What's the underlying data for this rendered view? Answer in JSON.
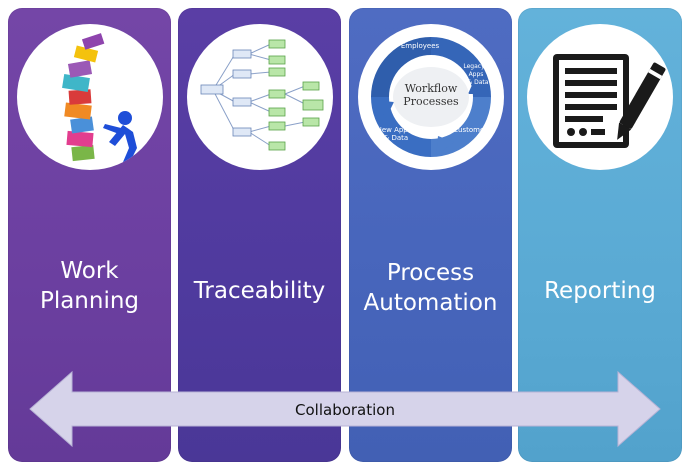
{
  "colors": {
    "work_planning": "#6b3fa0",
    "traceability": "#4f3a9e",
    "process_automation": "#4765bb",
    "reporting": "#5aaad4",
    "collaboration_arrow": "#d6d3ea"
  },
  "panels": [
    {
      "label_line1": "Work",
      "label_line2": "Planning",
      "icon": "stacked-books-person-icon"
    },
    {
      "label_line1": "Traceability",
      "label_line2": "",
      "icon": "tree-diagram-icon"
    },
    {
      "label_line1": "Process",
      "label_line2": "Automation",
      "icon": "workflow-cycle-icon",
      "icon_text": {
        "title1": "Workflow",
        "title2": "Processes",
        "employees": "Employees",
        "legacy1": "Legacy",
        "legacy2": "Apps",
        "legacy3": "& Data",
        "customers": "Customers",
        "newapps1": "New Apps",
        "newapps2": "& Data"
      }
    },
    {
      "label_line1": "Reporting",
      "label_line2": "",
      "icon": "document-pen-icon"
    }
  ],
  "collaboration": {
    "label": "Collaboration"
  }
}
